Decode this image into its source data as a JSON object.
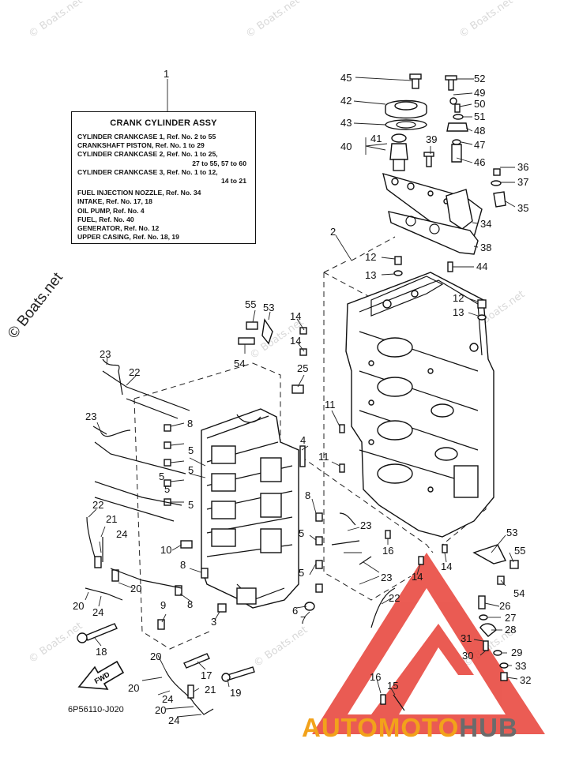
{
  "label_box": {
    "title": "CRANK CYLINDER ASSY",
    "lines": [
      "CYLINDER CRANKCASE 1,  Ref. No. 2 to 55",
      "CRANKSHAFT PISTON,  Ref. No. 1 to 29",
      "CYLINDER CRANKCASE 2,  Ref. No. 1 to 25,",
      "27 to 55, 57 to 60",
      "CYLINDER CRANKCASE 3,  Ref. No. 1 to 12,",
      "14 to 21",
      "FUEL INJECTION NOZZLE,  Ref. No. 34",
      "INTAKE,  Ref. No. 17, 18",
      "OIL PUMP,  Ref. No. 4",
      "FUEL,  Ref. No. 40",
      "GENERATOR,  Ref. No. 12",
      "UPPER CASING,  Ref. No. 18, 19"
    ]
  },
  "callouts": [
    "1",
    "2",
    "3",
    "4",
    "5",
    "6",
    "7",
    "8",
    "9",
    "10",
    "11",
    "12",
    "13",
    "14",
    "15",
    "16",
    "17",
    "18",
    "19",
    "20",
    "21",
    "22",
    "23",
    "24",
    "25",
    "26",
    "27",
    "28",
    "29",
    "30",
    "31",
    "32",
    "33",
    "34",
    "35",
    "36",
    "37",
    "38",
    "39",
    "40",
    "41",
    "42",
    "43",
    "44",
    "45",
    "46",
    "47",
    "48",
    "49",
    "50",
    "51",
    "52",
    "53",
    "54",
    "55"
  ],
  "fwd_label": "FWD",
  "diagram_code": "6P56110-J020",
  "watermark_side": "© Boats.net",
  "watermark_tile": "© Boats.net",
  "brand": {
    "part1": "AUTOMOTO",
    "part2": "HUB",
    "color1": "#f2a21b",
    "color2": "#6b6b6b"
  },
  "logo_color": "#e8453c"
}
